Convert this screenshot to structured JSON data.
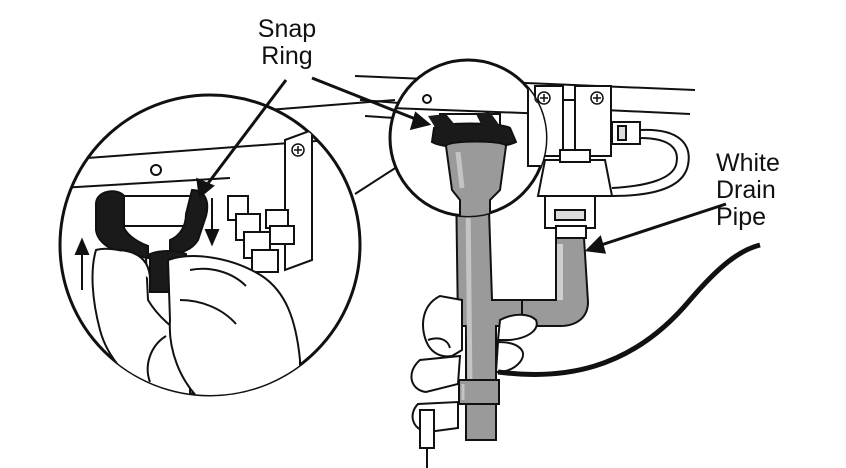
{
  "labels": {
    "snap_ring": [
      "Snap",
      "Ring"
    ],
    "white_drain_pipe": [
      "White",
      "Drain",
      "Pipe"
    ]
  },
  "colors": {
    "ink": "#111111",
    "pipe_gray": "#9a9a9a",
    "pipe_light": "#c4c4c4",
    "ring_black": "#1a1a1a",
    "background": "#ffffff"
  },
  "icons": [
    "up-arrow-icon",
    "down-arrow-icon",
    "screw-icon",
    "hand-icon"
  ]
}
